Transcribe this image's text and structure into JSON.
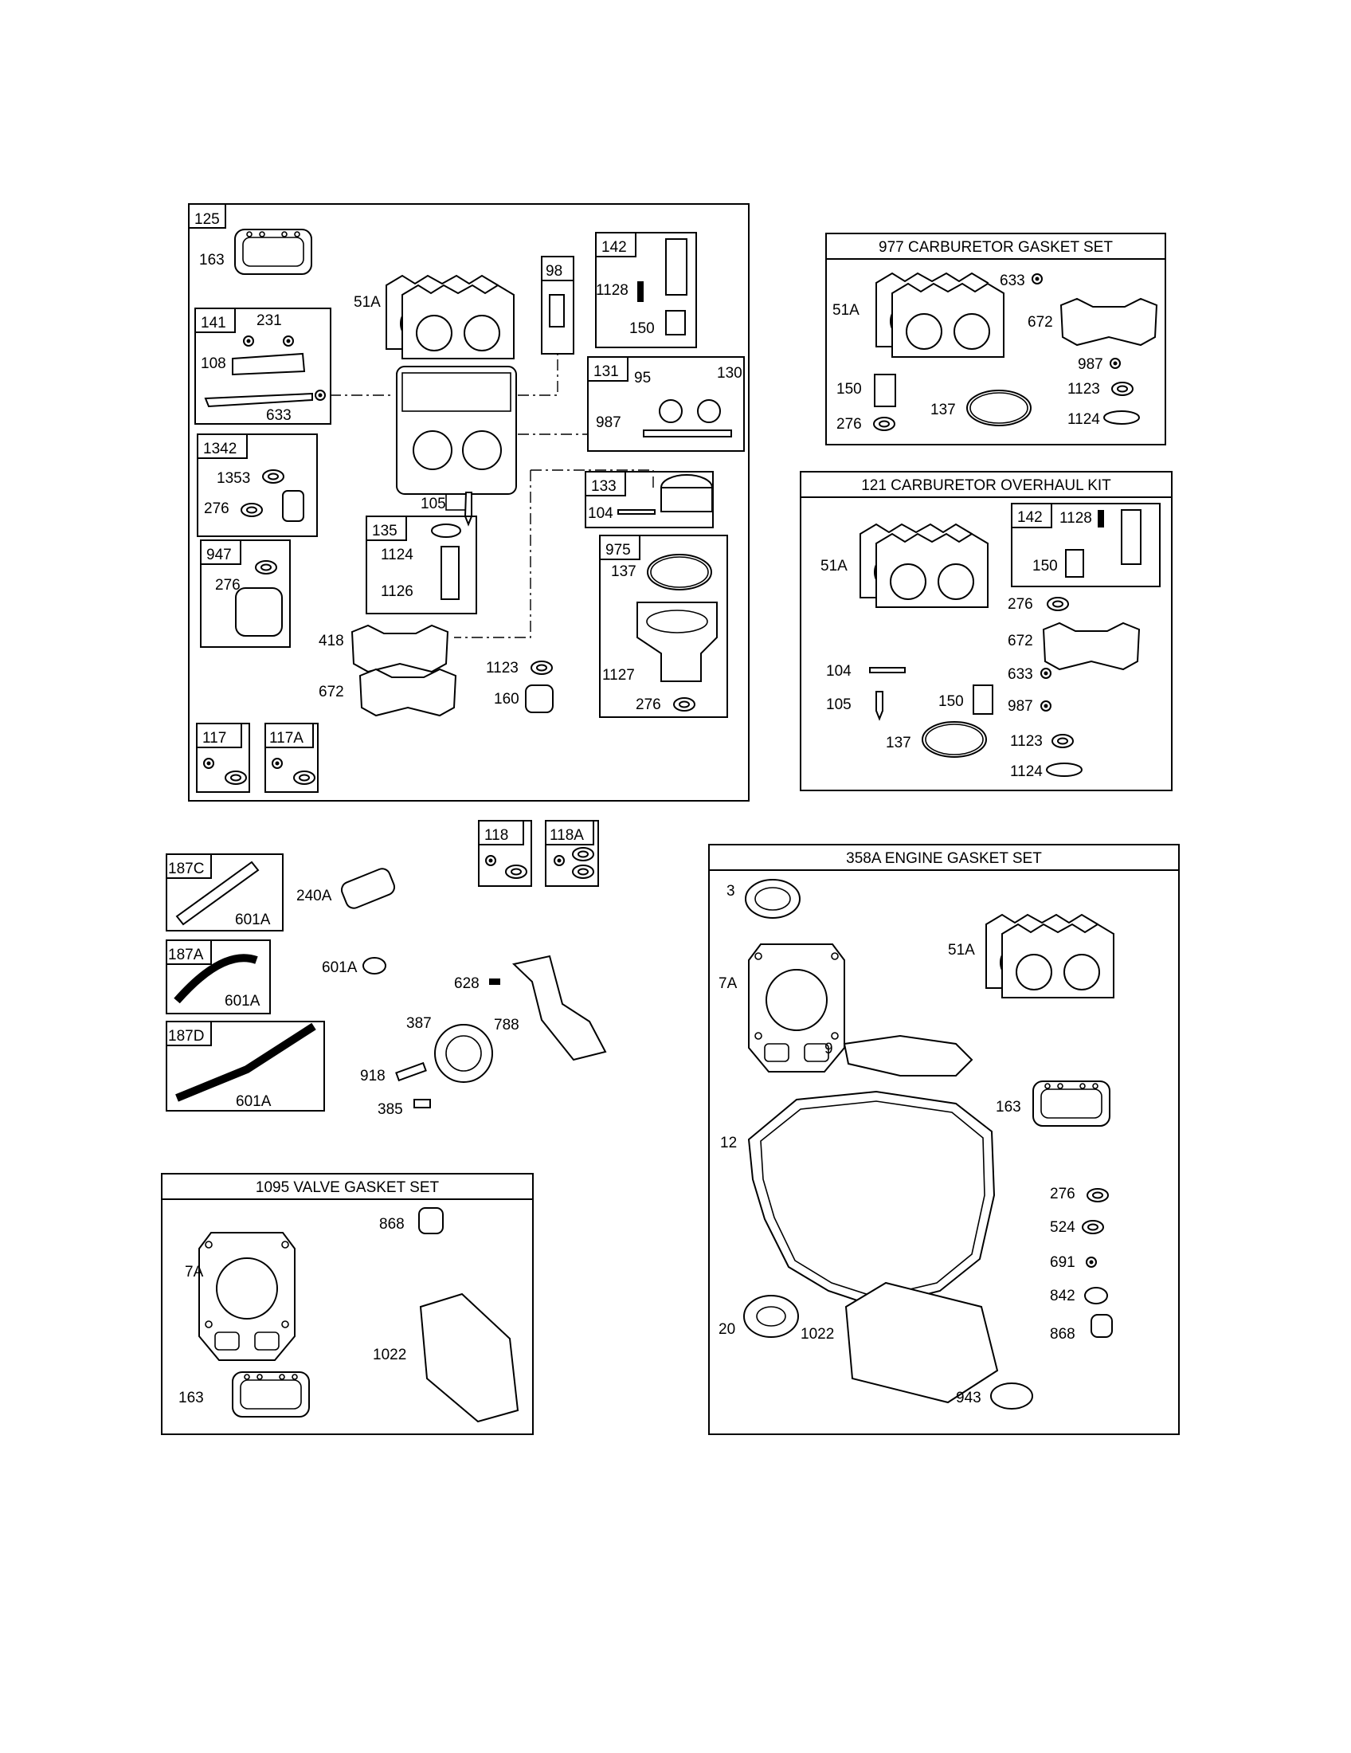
{
  "carb_group": {
    "box_label": "125",
    "labels": {
      "p163": "163",
      "p51a": "51A",
      "p98": "98",
      "p142": "142",
      "p1128": "1128",
      "p150": "150",
      "p141": "141",
      "p231": "231",
      "p108": "108",
      "p633": "633",
      "p131": "131",
      "p95": "95",
      "p130": "130",
      "p987": "987",
      "p1342": "1342",
      "p1353": "1353",
      "p276a": "276",
      "p105": "105",
      "p133": "133",
      "p104": "104",
      "p947": "947",
      "p276b": "276",
      "p135": "135",
      "p1124": "1124",
      "p1126": "1126",
      "p975": "975",
      "p137": "137",
      "p418": "418",
      "p672": "672",
      "p1123": "1123",
      "p160": "160",
      "p1127": "1127",
      "p276c": "276",
      "p117": "117",
      "p117a": "117A"
    }
  },
  "kit977": {
    "title": "977 CARBURETOR GASKET SET",
    "labels": {
      "p51a": "51A",
      "p633": "633",
      "p672": "672",
      "p987": "987",
      "p150": "150",
      "p1123": "1123",
      "p276": "276",
      "p137": "137",
      "p1124": "1124"
    }
  },
  "kit121": {
    "title": "121 CARBURETOR OVERHAUL KIT",
    "labels": {
      "p142": "142",
      "p1128": "1128",
      "p51a": "51A",
      "p150a": "150",
      "p276": "276",
      "p672": "672",
      "p104": "104",
      "p633": "633",
      "p105": "105",
      "p150b": "150",
      "p987": "987",
      "p137": "137",
      "p1123": "1123",
      "p1124": "1124"
    }
  },
  "fuel": {
    "labels": {
      "p118": "118",
      "p118a": "118A",
      "p187c": "187C",
      "p601a1": "601A",
      "p240a": "240A",
      "p187a": "187A",
      "p601a2": "601A",
      "p601a3": "601A",
      "p628": "628",
      "p387": "387",
      "p788": "788",
      "p187d": "187D",
      "p918": "918",
      "p601a4": "601A",
      "p385": "385"
    }
  },
  "kit358": {
    "title": "358A ENGINE GASKET SET",
    "labels": {
      "p3": "3",
      "p7a": "7A",
      "p51a": "51A",
      "p9": "9",
      "p163": "163",
      "p12": "12",
      "p276": "276",
      "p524": "524",
      "p691": "691",
      "p842": "842",
      "p20": "20",
      "p1022": "1022",
      "p868": "868",
      "p943": "943"
    }
  },
  "kit1095": {
    "title": "1095 VALVE GASKET SET",
    "labels": {
      "p868": "868",
      "p7a": "7A",
      "p1022": "1022",
      "p163": "163"
    }
  }
}
